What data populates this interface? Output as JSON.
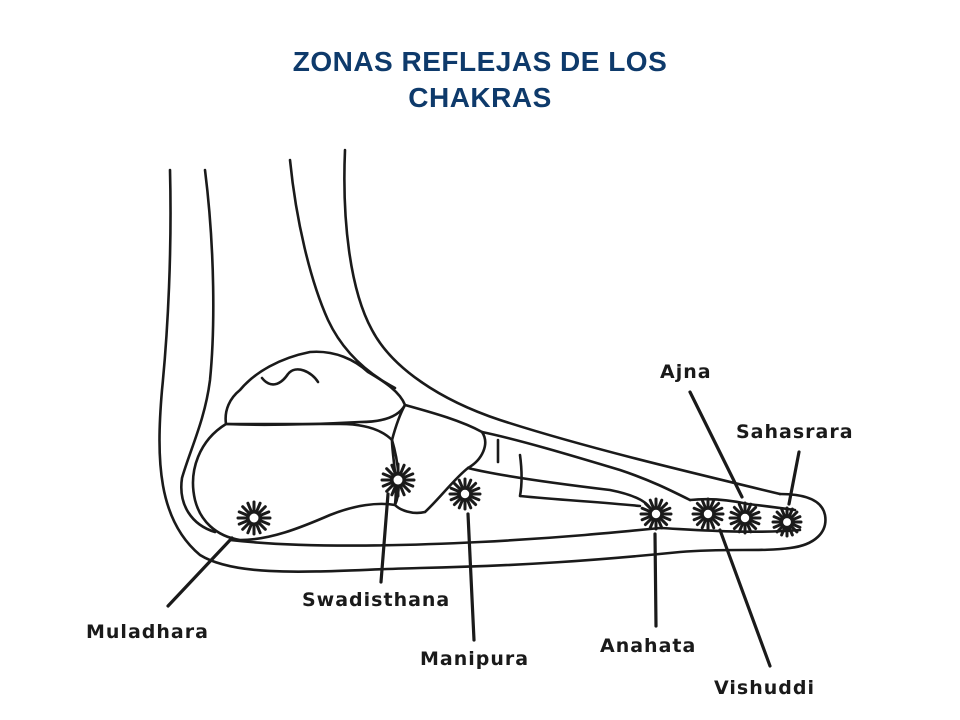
{
  "title": {
    "line1": "ZONAS REFLEJAS DE LOS",
    "line2": "CHAKRAS"
  },
  "colors": {
    "title": "#0e3a6b",
    "ink": "#1a1a1a",
    "background": "#ffffff"
  },
  "chakras": [
    {
      "id": "muladhara",
      "label": "Muladhara"
    },
    {
      "id": "swadisthana",
      "label": "Swadisthana"
    },
    {
      "id": "manipura",
      "label": "Manipura"
    },
    {
      "id": "anahata",
      "label": "Anahata"
    },
    {
      "id": "vishuddi",
      "label": "Vishuddi"
    },
    {
      "id": "ajna",
      "label": "Ajna"
    },
    {
      "id": "sahasrara",
      "label": "Sahasrara"
    }
  ]
}
